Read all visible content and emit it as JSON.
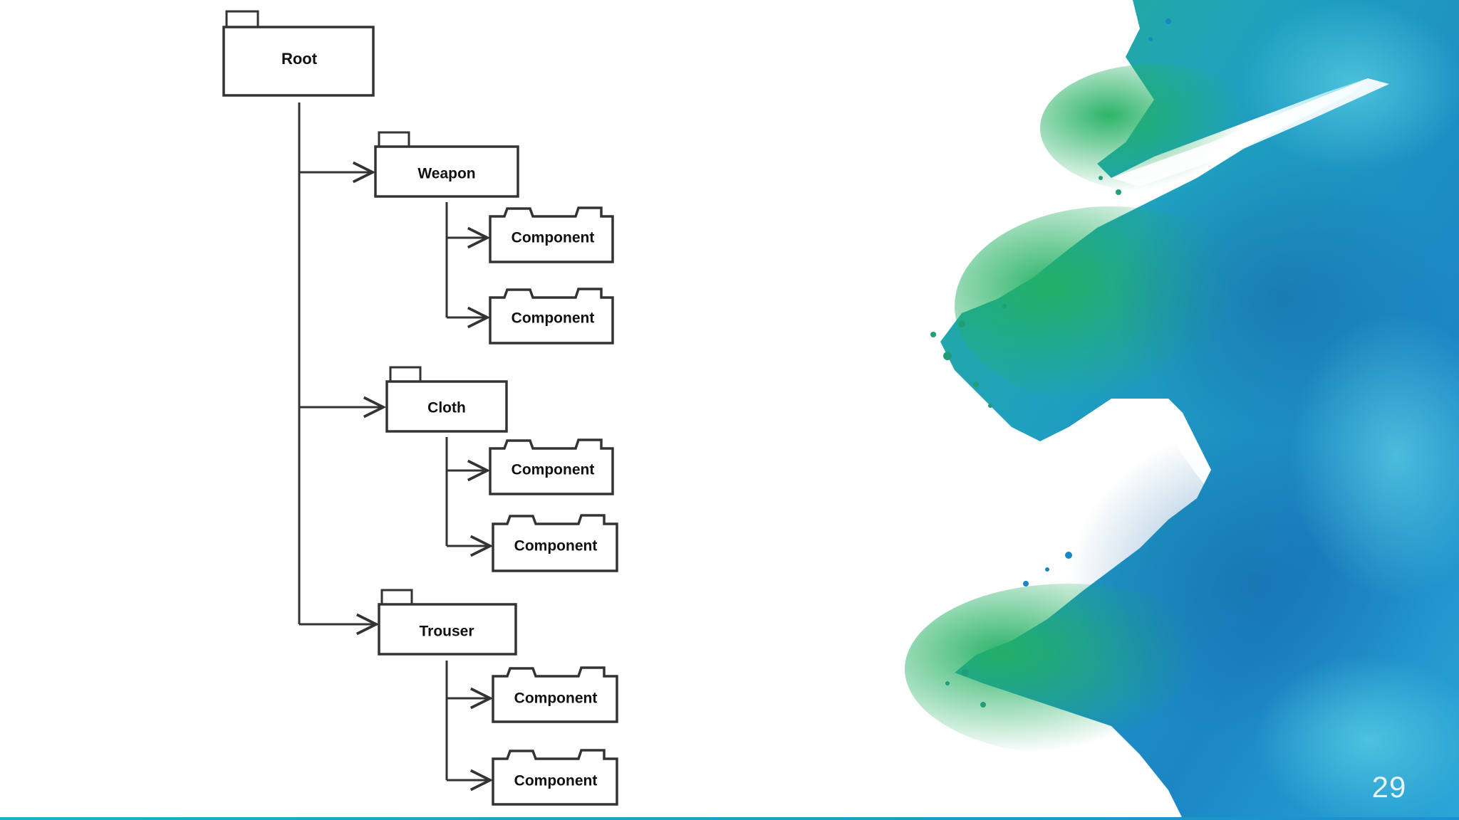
{
  "slide": {
    "page_number": "29",
    "accent_colors": {
      "teal": "#1aa7b8",
      "green": "#1ea35a",
      "blue": "#1a7fc0",
      "light_blue": "#36b6d8"
    },
    "background_decoration": "watercolor-splash-icon"
  },
  "diagram": {
    "root": {
      "label": "Root"
    },
    "groups": [
      {
        "label": "Weapon",
        "components": [
          {
            "label": "Component"
          },
          {
            "label": "Component"
          }
        ]
      },
      {
        "label": "Cloth",
        "components": [
          {
            "label": "Component"
          },
          {
            "label": "Component"
          }
        ]
      },
      {
        "label": "Trouser",
        "components": [
          {
            "label": "Component"
          },
          {
            "label": "Component"
          }
        ]
      }
    ]
  }
}
